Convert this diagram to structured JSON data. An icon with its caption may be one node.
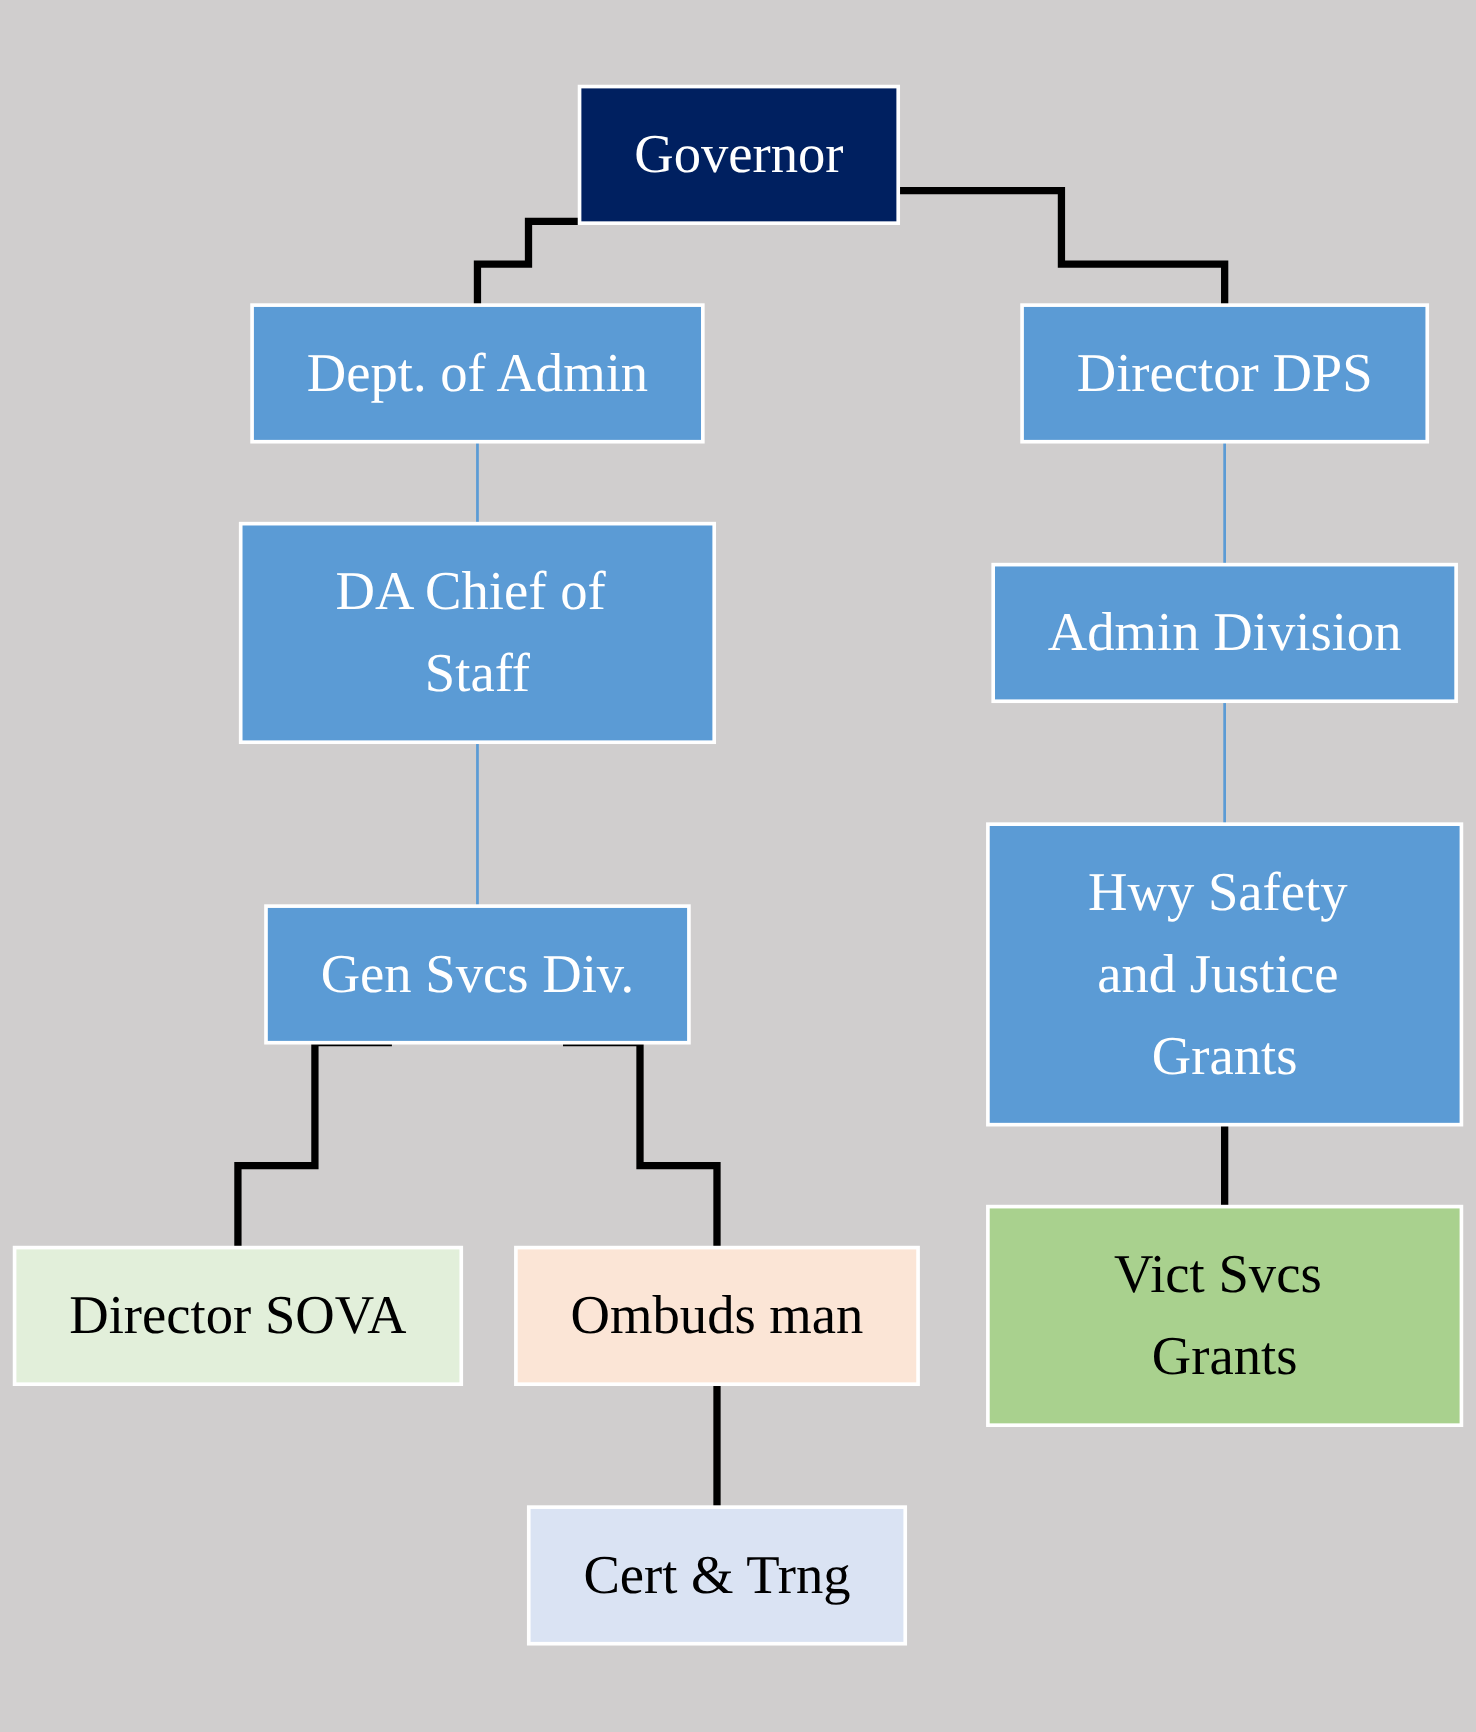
{
  "diagram": {
    "nodes": [
      {
        "text": [
          "Governor"
        ]
      },
      {
        "text": [
          "Dept. of Admin"
        ]
      },
      {
        "text": [
          "Director DPS"
        ]
      },
      {
        "text": [
          "DA Chief of Staff"
        ]
      },
      {
        "text": [
          "Admin Division"
        ]
      },
      {
        "text": [
          "Gen Svcs Div."
        ]
      },
      {
        "text": [
          "Hwy Safety and Justice Grants"
        ]
      },
      {
        "text": [
          "Director SOVA"
        ]
      },
      {
        "text": [
          "Ombuds man"
        ]
      },
      {
        "text": [
          "Vict Svcs Grants"
        ]
      },
      {
        "text": [
          "Cert & Trng"
        ]
      }
    ],
    "edges": [
      {
        "from": 0,
        "to": 1,
        "arrow": "none"
      },
      {
        "from": 0,
        "to": 2,
        "arrow": "none"
      },
      {
        "from": 1,
        "to": 3,
        "arrow": "none",
        "color": "#5b9bd5"
      },
      {
        "from": 2,
        "to": 4,
        "arrow": "none",
        "color": "#5b9bd5"
      },
      {
        "from": 3,
        "to": 5,
        "arrow": "none",
        "color": "#5b9bd5"
      },
      {
        "from": 4,
        "to": 6,
        "arrow": "none",
        "color": "#5b9bd5"
      },
      {
        "from": 5,
        "to": 7,
        "arrow": "none"
      },
      {
        "from": 5,
        "to": 8,
        "arrow": "none"
      },
      {
        "from": 6,
        "to": 9,
        "arrow": "none"
      },
      {
        "from": 8,
        "to": 10,
        "arrow": "none"
      }
    ]
  }
}
